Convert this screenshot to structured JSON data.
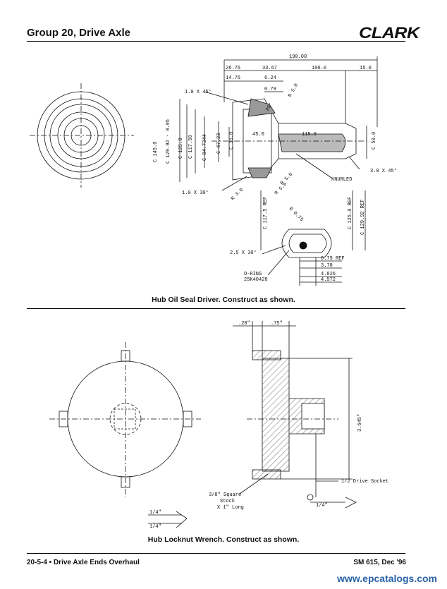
{
  "header": {
    "title": "Group 20, Drive Axle",
    "brand": "CLARK"
  },
  "figure1": {
    "caption": "Hub Oil Seal Driver. Construct as shown.",
    "dims": {
      "d190": "190.00",
      "d2676": "26.76",
      "d3367": "33.67",
      "d100": "100.0",
      "d15": "15.0",
      "d1476": "14.76",
      "d624": "6.24",
      "d079": "0.79",
      "chamfer1": "1.0 X 45°",
      "r50a": "R 5.0",
      "r50b": "R 5.0",
      "r50c": "R 5.0",
      "r30": "R 3.0",
      "r075": "R 0.75",
      "ang20": "20°",
      "c145": "C 145.0",
      "c12992": "C 129.92 - 0.05",
      "c125": "C 125.0",
      "c11750": "C 117.50",
      "c847344": "C 84.7344",
      "c6723": "C 67.23",
      "c35": "C 35.0",
      "d45": "45.0",
      "d115": "115.0",
      "c50": "C 50.0",
      "chamfer2": "3.0 X 45°",
      "knurled": "KNURLED",
      "chamfer3": "1.0 X 30°",
      "c1175ref": "C 117.5 REF",
      "c125ref": "C 125.0 REF",
      "c12992ref": "C 129.92 REF",
      "chamfer4": "2.5 X 30°",
      "d079ref": "0.79 REF",
      "d378": "3.78",
      "d4826": "4.826",
      "d4572": "4.572",
      "oring": "O-RING",
      "oringpart": "25K40428"
    }
  },
  "figure2": {
    "caption": "Hub Locknut Wrench. Construct as shown.",
    "dims": {
      "d20": ".20\"",
      "d75": ".75\"",
      "d3645": "3.645\"",
      "socket": "1/2 Drive Socket",
      "stock1": "3/8\" Square",
      "stock2": "Stock",
      "stock3": "X 1\" Long",
      "q1": "1/4\"",
      "q2": "1/4\"",
      "q3": "1/4\""
    }
  },
  "footer": {
    "left": "20-5-4  •  Drive Axle Ends Overhaul",
    "right": "SM 615, Dec '96"
  },
  "watermark": "www.epcatalogs.com"
}
